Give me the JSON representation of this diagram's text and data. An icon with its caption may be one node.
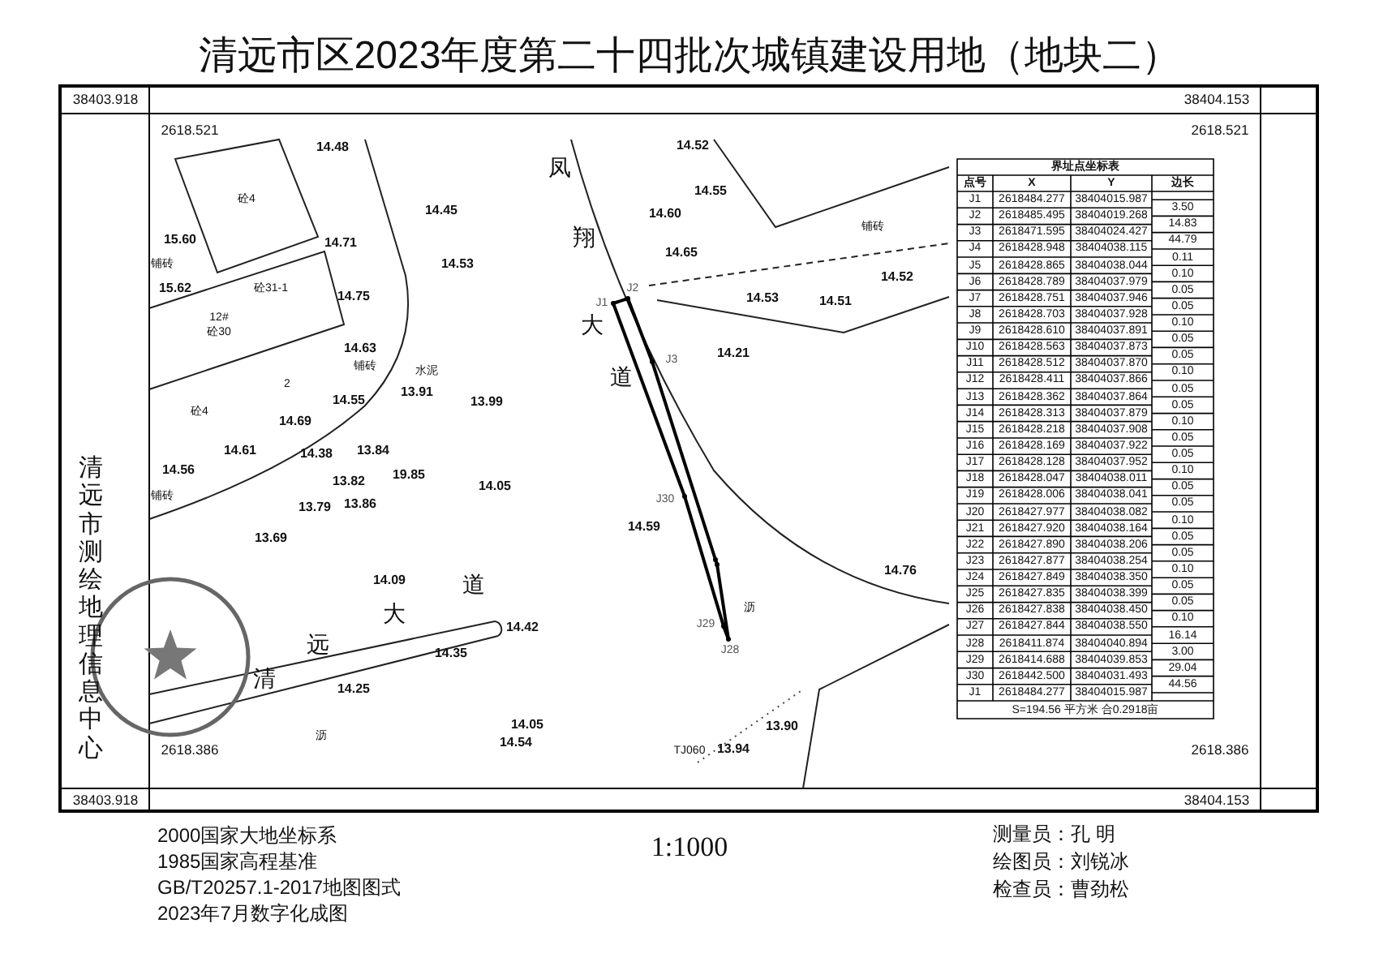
{
  "diagram": {
    "title": "清远市区2023年度第二十四批次城镇建设用地（地块二）",
    "labels": [
      "38403.918",
      "38404.153",
      "2618.521",
      "2618.521",
      "14.48",
      "砼4",
      "14.45",
      "15.60",
      "14.71",
      "铺砖",
      "14.53",
      "15.62",
      "砼31-1",
      "14.75",
      "12#",
      "砼30",
      "14.63",
      "铺砖",
      "水泥",
      "2",
      "13.91",
      "14.55",
      "13.99",
      "砼4",
      "14.69",
      "14.61",
      "14.38",
      "13.84",
      "14.56",
      "13.82",
      "19.85",
      "14.05",
      "铺砖",
      "13.79",
      "13.86",
      "13.69",
      "14.09",
      "道",
      "大",
      "远",
      "清",
      "14.42",
      "14.35",
      "14.25",
      "沥",
      "14.05",
      "14.54",
      "凤",
      "14.52",
      "14.55",
      "14.60",
      "翔",
      "铺砖",
      "14.65",
      "14.52",
      "J2",
      "J1",
      "14.53",
      "14.51",
      "大",
      "14.21",
      "J3",
      "道",
      "J30",
      "14.59",
      "14.76",
      "沥",
      "J29",
      "J28",
      "13.90",
      "TJ060",
      "13.94",
      "清远市测绘地理信息中心",
      "界址点坐标表",
      "点号",
      "X",
      "Y",
      "边长",
      "J1",
      "2618484.277",
      "38404015.987",
      "3.50",
      "J2",
      "2618485.495",
      "38404019.268",
      "14.83",
      "J3",
      "2618471.595",
      "38404024.427",
      "44.79",
      "J4",
      "2618428.948",
      "38404038.115",
      "0.11",
      "J5",
      "2618428.865",
      "38404038.044",
      "0.10",
      "J6",
      "2618428.789",
      "38404037.979",
      "0.05",
      "J7",
      "2618428.751",
      "38404037.946",
      "0.05",
      "J8",
      "2618428.703",
      "38404037.928",
      "0.10",
      "J9",
      "2618428.610",
      "38404037.891",
      "0.05",
      "J10",
      "2618428.563",
      "38404037.873",
      "0.05",
      "J11",
      "2618428.512",
      "38404037.870",
      "0.10",
      "J12",
      "2618428.411",
      "38404037.866",
      "0.05",
      "J13",
      "2618428.362",
      "38404037.864",
      "0.05",
      "J14",
      "2618428.313",
      "38404037.879",
      "0.10",
      "J15",
      "2618428.218",
      "38404037.908",
      "0.05",
      "J16",
      "2618428.169",
      "38404037.922",
      "0.05",
      "J17",
      "2618428.128",
      "38404037.952",
      "0.10",
      "J18",
      "2618428.047",
      "38404038.011",
      "0.05",
      "J19",
      "2618428.006",
      "38404038.041",
      "0.05",
      "J20",
      "2618427.977",
      "38404038.082",
      "0.10",
      "J21",
      "2618427.920",
      "38404038.164",
      "0.05",
      "J22",
      "2618427.890",
      "38404038.206",
      "0.05",
      "J23",
      "2618427.877",
      "38404038.254",
      "0.10",
      "J24",
      "2618427.849",
      "38404038.350",
      "0.05",
      "J25",
      "2618427.835",
      "38404038.399",
      "0.05",
      "J26",
      "2618427.838",
      "38404038.450",
      "0.10",
      "J27",
      "2618427.844",
      "38404038.550",
      "16.14",
      "J28",
      "2618411.874",
      "38404040.894",
      "3.00",
      "J29",
      "2618414.688",
      "38404039.853",
      "29.04",
      "J30",
      "2618442.500",
      "38404031.493",
      "44.56",
      "J1",
      "2618484.277",
      "38404015.987",
      "S=194.56 平方米 合0.2918亩",
      "2618.386",
      "2618.386",
      "38403.918",
      "38404.153",
      "2000国家大地坐标系",
      "1985国家高程基准",
      "GB/T20257.1-2017地图图式",
      "2023年7月数字化成图",
      "1:1000",
      "测量员：孔 明",
      "绘图员：刘锐冰",
      "检查员：曹劲松"
    ]
  }
}
